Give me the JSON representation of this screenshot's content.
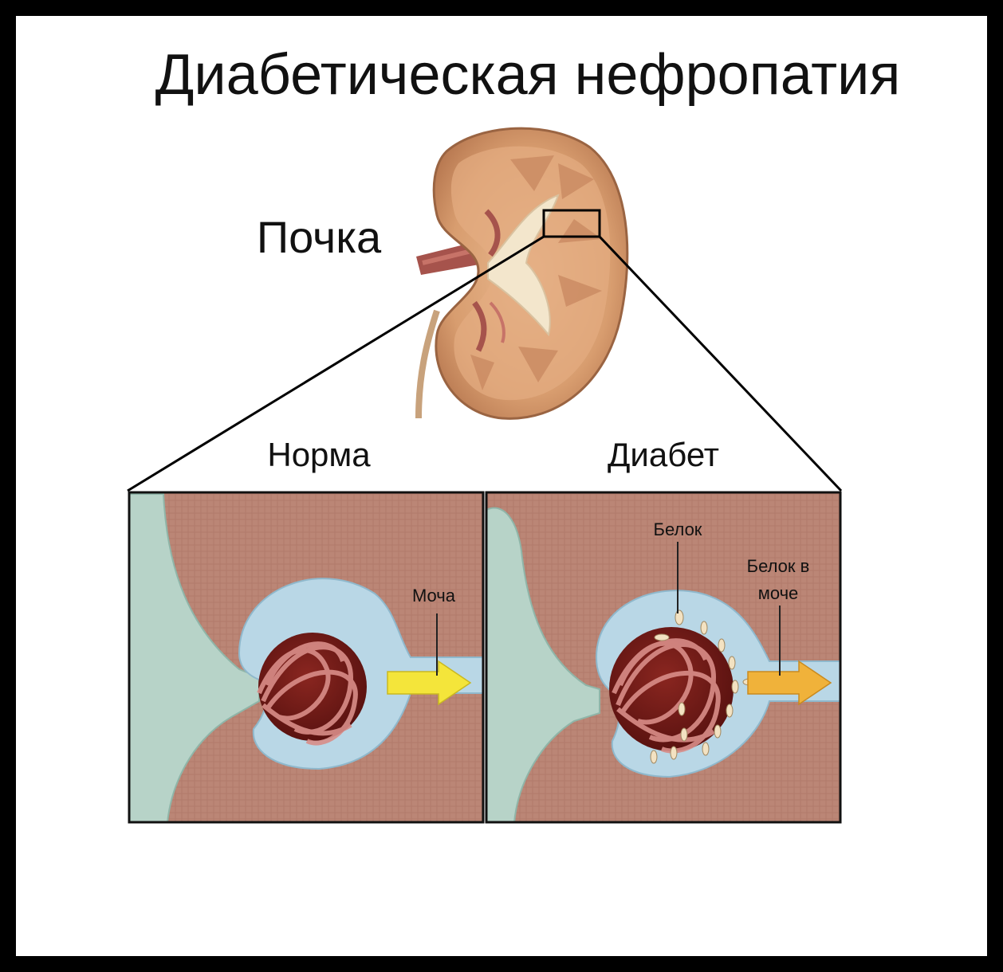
{
  "title": "Диабетическая нефропатия",
  "kidney_label": "Почка",
  "panels": {
    "normal": {
      "heading": "Норма",
      "urine_label": "Моча"
    },
    "diabetes": {
      "heading": "Диабет",
      "protein_label": "Белок",
      "protein_in_urine_line1": "Белок в",
      "protein_in_urine_line2": "моче"
    }
  },
  "colors": {
    "frame": "#000000",
    "tissue": "#b98374",
    "vessel": "#b7d3c8",
    "capsule": "#b9d7e6",
    "glomerulus": "#7a1c18",
    "capillary": "#d98d88",
    "arrow_normal": "#f4e53a",
    "arrow_diabetes": "#f0b23a",
    "protein": "#f3e2c2"
  }
}
